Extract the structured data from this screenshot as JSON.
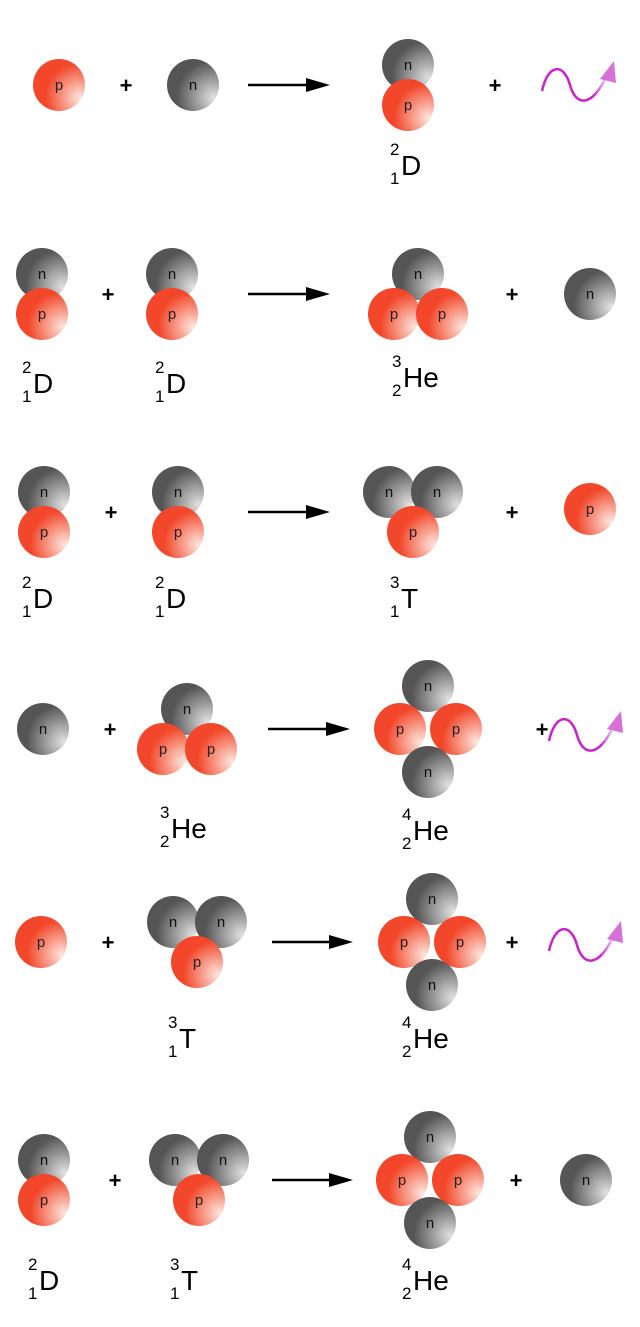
{
  "particle_labels": {
    "proton": "p",
    "neutron": "n"
  },
  "operator": "+",
  "colors": {
    "proton_light": "#fde6de",
    "proton_dark": "#f2472a",
    "neutron_light": "#e2e2e2",
    "neutron_dark": "#555555",
    "arrow": "#000000",
    "photon": "#cc22cc"
  },
  "icons": {
    "arrow": "reaction-arrow-icon",
    "photon": "gamma-photon-icon"
  },
  "reactions": [
    {
      "reactants": [
        {
          "kind": "p",
          "label": null
        },
        {
          "kind": "n",
          "label": null
        }
      ],
      "products": [
        {
          "kind": "D",
          "label": {
            "mass": "2",
            "atomic": "1",
            "symbol": "D"
          }
        },
        {
          "kind": "gamma",
          "label": null
        }
      ]
    },
    {
      "reactants": [
        {
          "kind": "D",
          "label": {
            "mass": "2",
            "atomic": "1",
            "symbol": "D"
          }
        },
        {
          "kind": "D",
          "label": {
            "mass": "2",
            "atomic": "1",
            "symbol": "D"
          }
        }
      ],
      "products": [
        {
          "kind": "He3",
          "label": {
            "mass": "3",
            "atomic": "2",
            "symbol": "He"
          }
        },
        {
          "kind": "n",
          "label": null
        }
      ]
    },
    {
      "reactants": [
        {
          "kind": "D",
          "label": {
            "mass": "2",
            "atomic": "1",
            "symbol": "D"
          }
        },
        {
          "kind": "D",
          "label": {
            "mass": "2",
            "atomic": "1",
            "symbol": "D"
          }
        }
      ],
      "products": [
        {
          "kind": "T",
          "label": {
            "mass": "3",
            "atomic": "1",
            "symbol": "T"
          }
        },
        {
          "kind": "p",
          "label": null
        }
      ]
    },
    {
      "reactants": [
        {
          "kind": "n",
          "label": null
        },
        {
          "kind": "He3",
          "label": {
            "mass": "3",
            "atomic": "2",
            "symbol": "He"
          }
        }
      ],
      "products": [
        {
          "kind": "He4",
          "label": {
            "mass": "4",
            "atomic": "2",
            "symbol": "He"
          }
        },
        {
          "kind": "gamma",
          "label": null
        }
      ]
    },
    {
      "reactants": [
        {
          "kind": "p",
          "label": null
        },
        {
          "kind": "T",
          "label": {
            "mass": "3",
            "atomic": "1",
            "symbol": "T"
          }
        }
      ],
      "products": [
        {
          "kind": "He4",
          "label": {
            "mass": "4",
            "atomic": "2",
            "symbol": "He"
          }
        },
        {
          "kind": "gamma",
          "label": null
        }
      ]
    },
    {
      "reactants": [
        {
          "kind": "D",
          "label": {
            "mass": "2",
            "atomic": "1",
            "symbol": "D"
          }
        },
        {
          "kind": "T",
          "label": {
            "mass": "3",
            "atomic": "1",
            "symbol": "T"
          }
        }
      ],
      "products": [
        {
          "kind": "He4",
          "label": {
            "mass": "4",
            "atomic": "2",
            "symbol": "He"
          }
        },
        {
          "kind": "n",
          "label": null
        }
      ]
    }
  ]
}
